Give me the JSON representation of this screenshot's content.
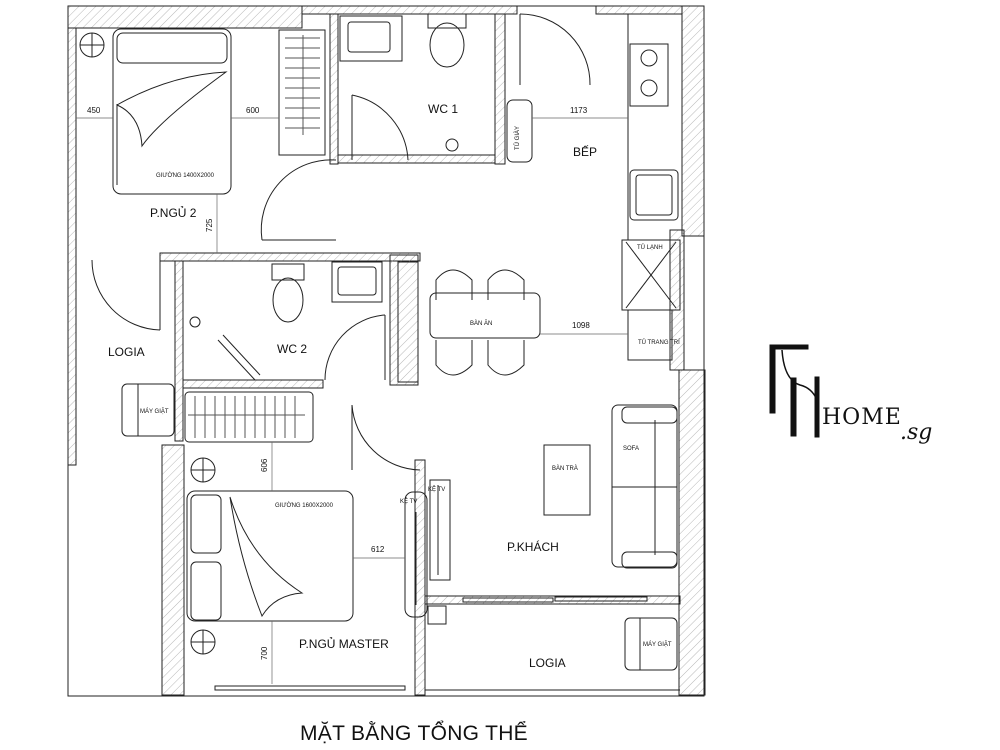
{
  "title": "MẶT BẰNG TỔNG THỂ",
  "logo": {
    "mark": "F",
    "text": "HOME",
    "suffix": ".sg"
  },
  "rooms": {
    "bedroom2": "P.NGỦ 2",
    "wc1": "WC 1",
    "kitchen": "BẾP",
    "logia_left": "LOGIA",
    "wc2": "WC 2",
    "living": "P.KHÁCH",
    "master": "P.NGỦ MASTER",
    "logia_bottom": "LOGIA"
  },
  "furniture": {
    "bed2": "GIƯỜNG 1400X2000",
    "bed_master": "GIƯỜNG 1600X2000",
    "shoe_cabinet": "TỦ GIÀY",
    "fridge": "TỦ LẠNH",
    "deco_cabinet": "TỦ TRANG TRÍ",
    "dining_table": "BÀN ĂN",
    "coffee_table": "BÀN TRÀ",
    "sofa": "SOFA",
    "tv_shelf_1": "KỆ TV",
    "tv_shelf_2": "KỆ TV",
    "washer_1": "MÁY GIẶT",
    "washer_2": "MÁY GIẶT"
  },
  "dimensions": {
    "d450": "450",
    "d600": "600",
    "d725": "725",
    "d1173": "1173",
    "d1098": "1098",
    "d606": "606",
    "d612": "612",
    "d700": "700"
  }
}
